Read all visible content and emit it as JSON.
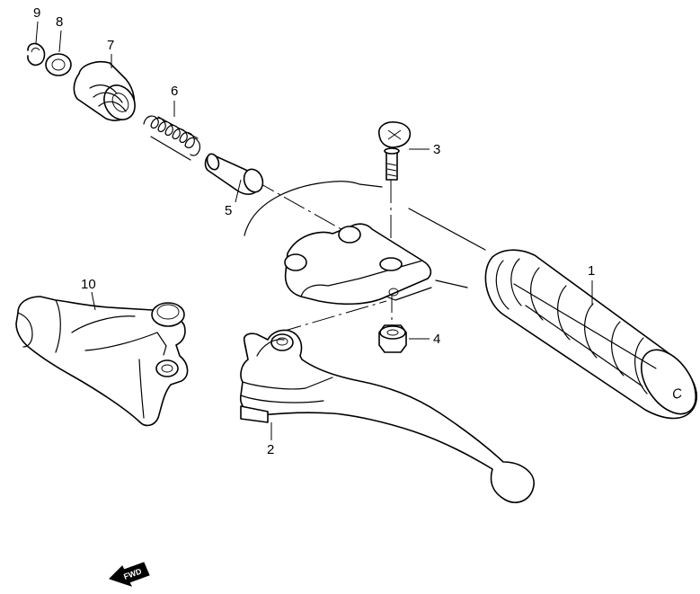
{
  "callouts": {
    "p1": "1",
    "p2": "2",
    "p3": "3",
    "p4": "4",
    "p5": "5",
    "p6": "6",
    "p7": "7",
    "p8": "8",
    "p9": "9",
    "p10": "10"
  },
  "badge": {
    "fwd": "FWD"
  },
  "grip_end_mark": "C"
}
